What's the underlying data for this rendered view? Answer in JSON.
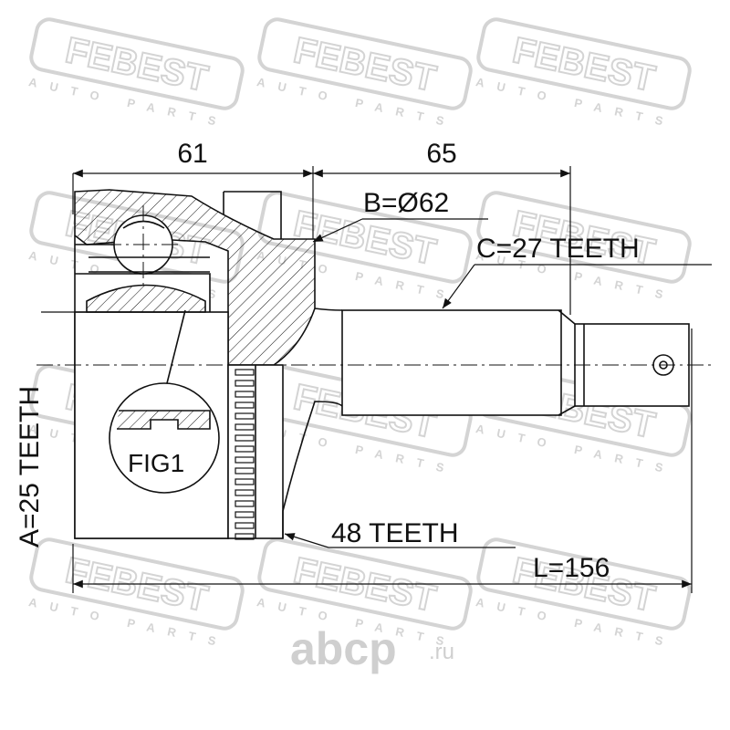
{
  "watermark": {
    "brand": "FEBEST",
    "tagline": "AUTO PARTS"
  },
  "site_logo": {
    "text": "abcp",
    "tld": ".ru"
  },
  "dimensions": {
    "inner_length": "61",
    "outer_length": "65",
    "total_length": "L=156"
  },
  "callouts": {
    "outer_diameter": "B=Ø62",
    "outer_spline": "C=27 TEETH",
    "inner_spline": "A=25 TEETH",
    "abs_ring": "48 TEETH",
    "figure": "FIG1"
  },
  "colors": {
    "line": "#111111",
    "watermark": "#d4d4d4",
    "logo": "#cfcfcf"
  }
}
